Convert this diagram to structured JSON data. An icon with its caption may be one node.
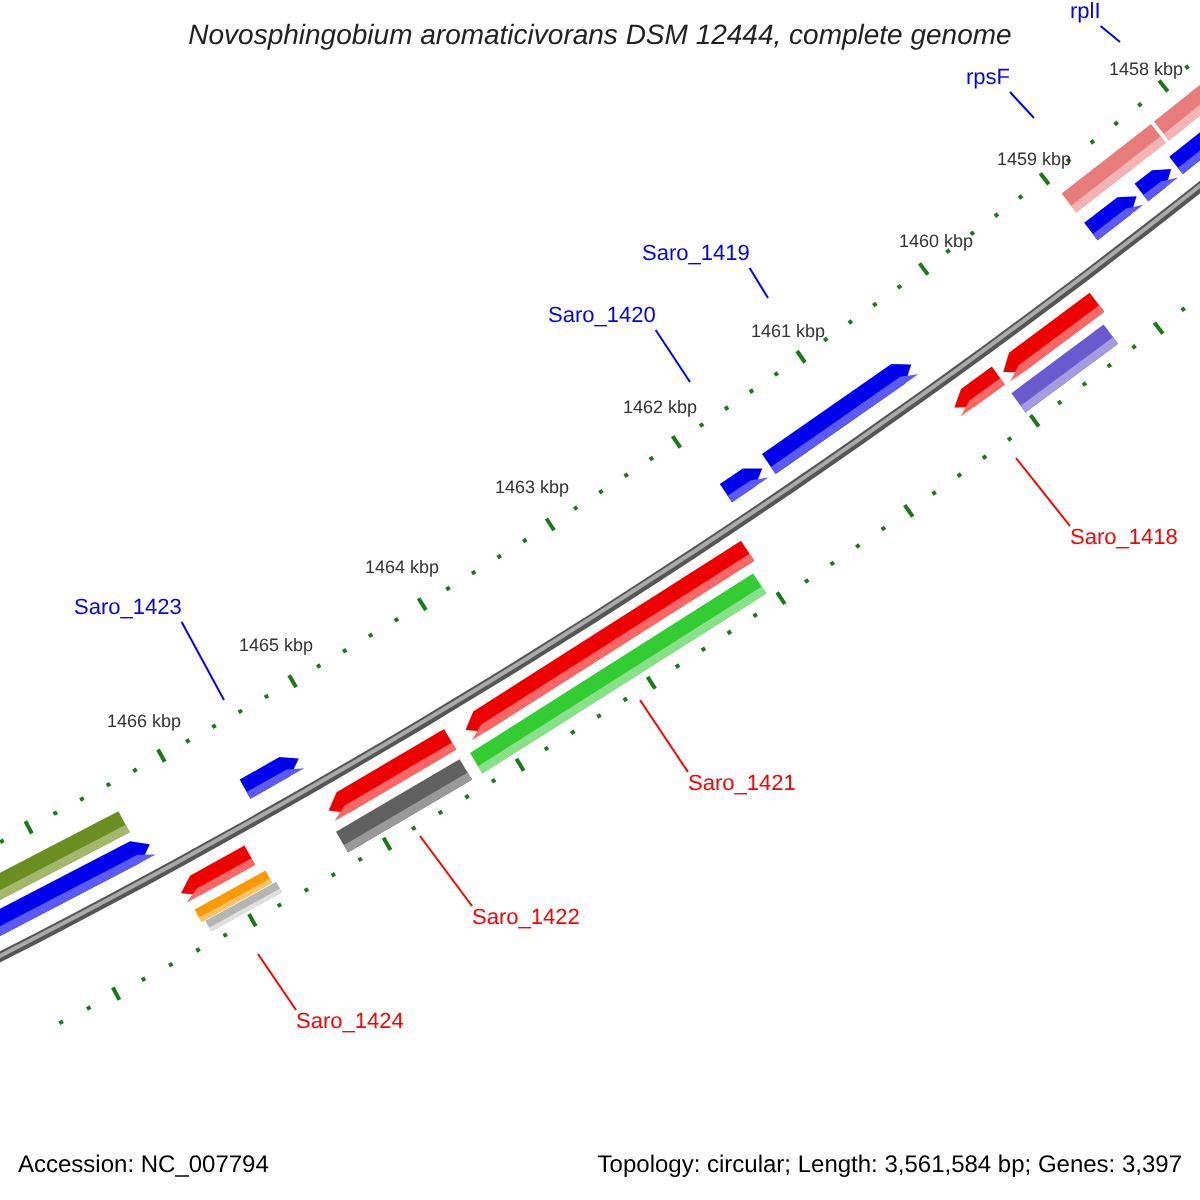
{
  "diagram": {
    "title": "Novosphingobium aromaticivorans DSM 12444, complete genome",
    "nodes": [
      {
        "text": [
          "rplI"
        ]
      },
      {
        "text": [
          "rpsF"
        ]
      },
      {
        "text": [
          "Saro_1419"
        ]
      },
      {
        "text": [
          "Saro_1420"
        ]
      },
      {
        "text": [
          "Saro_1418"
        ]
      },
      {
        "text": [
          "Saro_1423"
        ]
      },
      {
        "text": [
          "Saro_1421"
        ]
      },
      {
        "text": [
          "Saro_1422"
        ]
      },
      {
        "text": [
          "Saro_1424"
        ]
      }
    ],
    "edges": [
      {
        "from": 0,
        "to": null,
        "arrow": "none"
      },
      {
        "from": 1,
        "to": null,
        "arrow": "none"
      },
      {
        "from": 2,
        "to": null,
        "arrow": "none"
      },
      {
        "from": 3,
        "to": null,
        "arrow": "none"
      },
      {
        "from": 4,
        "to": null,
        "arrow": "none",
        "color": "#ff0000"
      },
      {
        "from": 5,
        "to": null,
        "arrow": "none"
      },
      {
        "from": 6,
        "to": null,
        "arrow": "none",
        "color": "#ff0000"
      },
      {
        "from": 7,
        "to": null,
        "arrow": "none",
        "color": "#ff0000"
      },
      {
        "from": 8,
        "to": null,
        "arrow": "none",
        "color": "#ff0000"
      }
    ],
    "labels": [
      "1458 kbp",
      "1459 kbp",
      "1460 kbp",
      "1461 kbp",
      "1462 kbp",
      "1463 kbp",
      "1464 kbp",
      "1465 kbp",
      "1466 kbp",
      "Accession: NC_007794",
      "Topology: circular; Length: 3,561,584 bp; Genes: 3,397"
    ]
  }
}
